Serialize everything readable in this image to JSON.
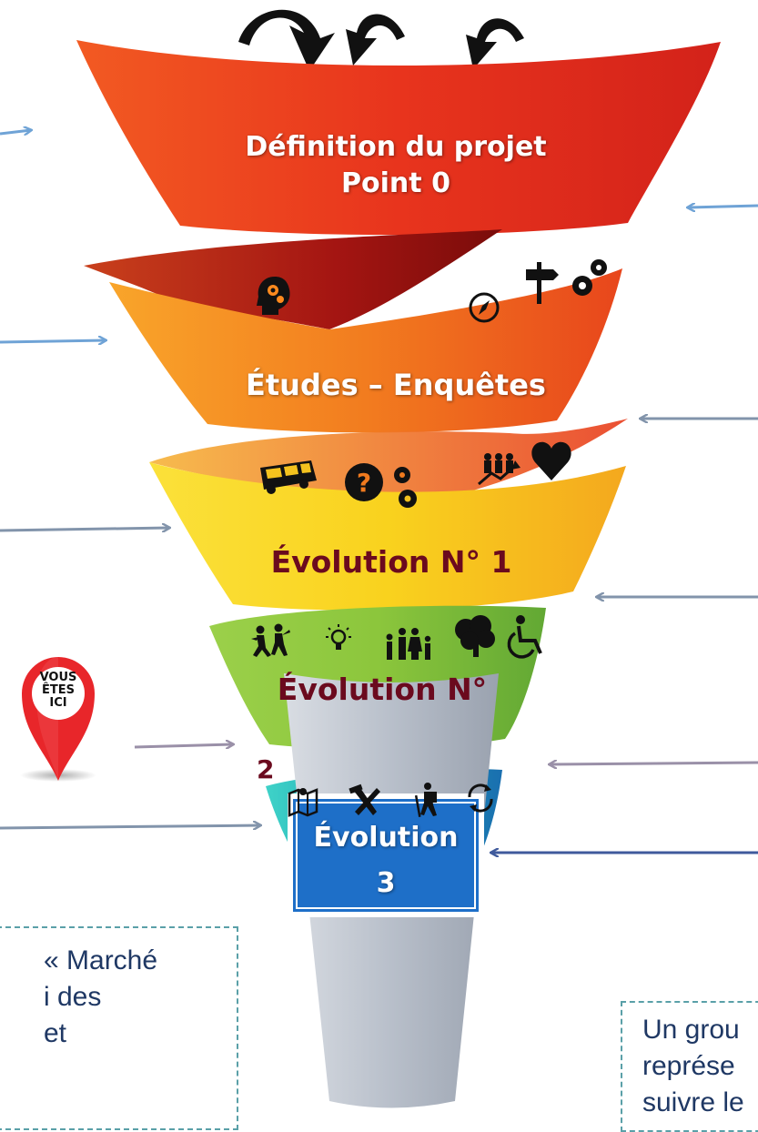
{
  "colors": {
    "stage_red": "#e0321e",
    "stage_orange": "#f07a1e",
    "stage_yellow": "#f4c21e",
    "stage_green": "#8cc63c",
    "stage_teal": "#1aa6b8",
    "sign_blue": "#1e6fc8",
    "cup_grey": "#b8bfca",
    "arrow_blue": "#6fa3d6",
    "arrow_slate": "#8294ab",
    "arrow_purple": "#9a90a8",
    "arrow_navy": "#3f5a9c",
    "pin_red": "#e8262a"
  },
  "funnel": {
    "stage1": {
      "line1": "Définition du projet",
      "line2": "Point 0",
      "icons": [
        "head-gears-icon",
        "compass-icon",
        "signpost-icon",
        "gears-icon"
      ]
    },
    "stage2": {
      "title": "Études – Enquêtes",
      "icons": [
        "bus-icon",
        "question-gears-icon",
        "people-growth-icon",
        "heart-icon"
      ]
    },
    "stage3": {
      "title": "Évolution N° 1",
      "icons": [
        "dancing-people-icon",
        "lightbulb-icon",
        "family-icon",
        "tree-icon",
        "wheelchair-icon"
      ]
    },
    "stage4": {
      "line1": "Évolution N°",
      "line2": "2",
      "icons": [
        "map-icon",
        "tools-icon",
        "hiker-icon",
        "cycle-icon"
      ]
    },
    "stage5": {
      "line1": "Évolution",
      "line2": "3"
    }
  },
  "pin": {
    "line1": "VOUS",
    "line2": "ÊTES",
    "line3": "ICI"
  },
  "notes": {
    "left": "« Marché\ni des\net",
    "right": "Un grou\nreprése\nsuivre le"
  }
}
